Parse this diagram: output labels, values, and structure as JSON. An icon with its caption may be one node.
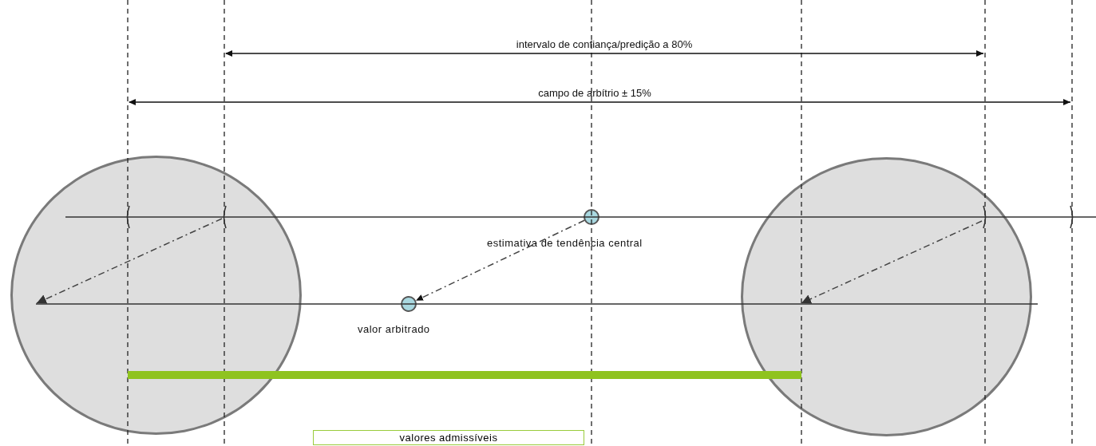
{
  "diagram": {
    "nodes": [
      {
        "text": [],
        "shape": "circle"
      },
      {
        "text": [],
        "shape": "circle"
      },
      {
        "text": [],
        "shape": "circle",
        "beside": [
          "estimativa de tendência central"
        ]
      },
      {
        "text": [],
        "shape": "circle",
        "beside": [
          "valor arbitrado"
        ]
      },
      {
        "text": [
          "valores admissíveis"
        ]
      }
    ],
    "edges": [
      {
        "from": 2,
        "to": 3,
        "arrow": "to",
        "style": "dashed"
      }
    ],
    "labels": [
      "intervalo de confiança/predição a 80%",
      "campo de arbítrio ± 15%"
    ]
  }
}
